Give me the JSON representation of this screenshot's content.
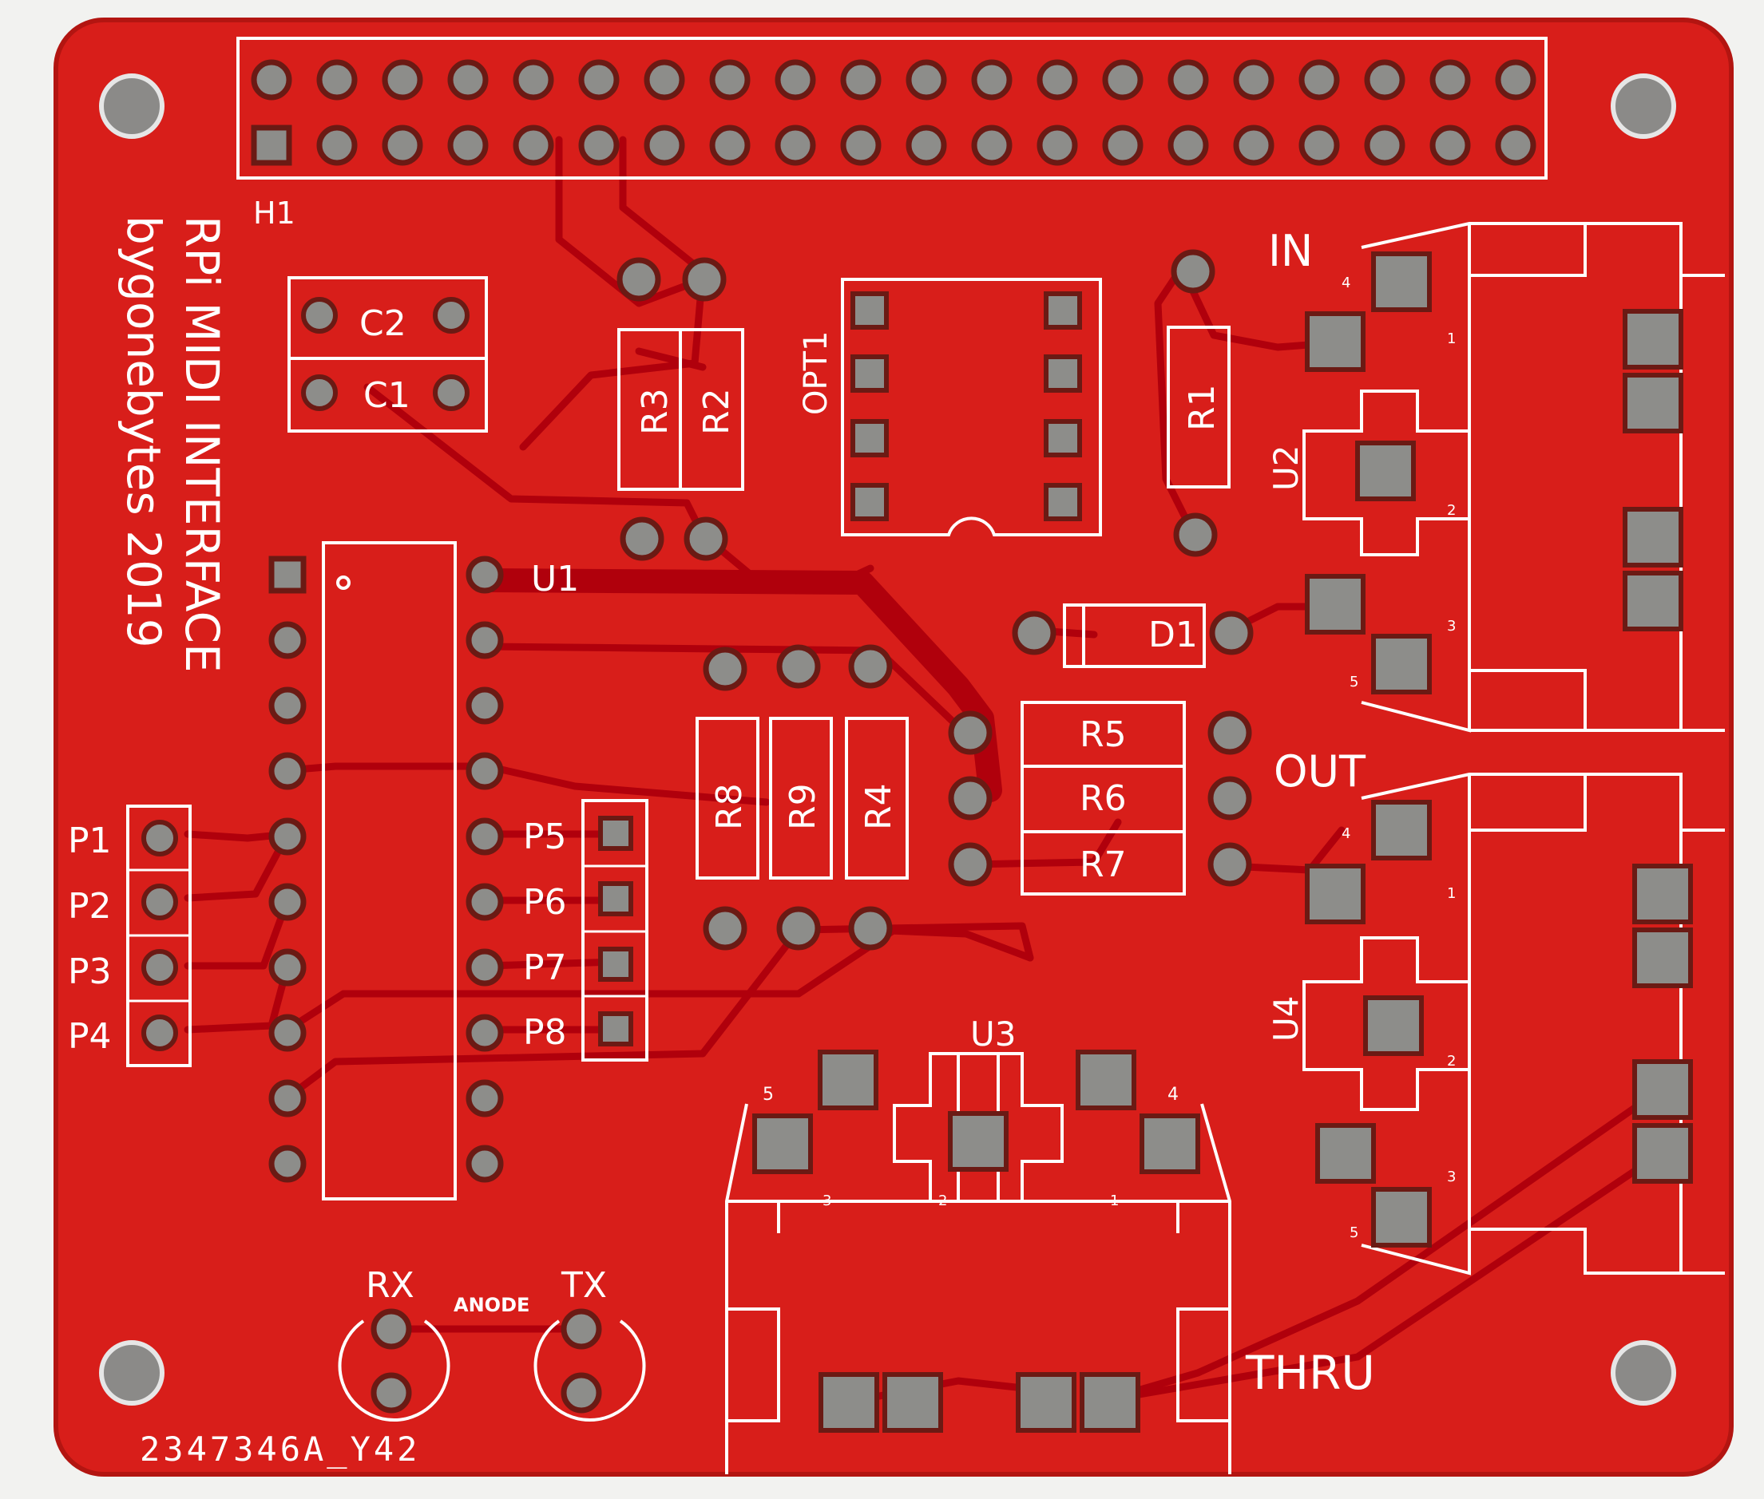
{
  "photo": {
    "subject": "Raspberry Pi MIDI interface PCB",
    "board_color": "#d81e1a",
    "background_color": "#f2f2f0",
    "silkscreen_color": "#ffffff",
    "pad_color": "#8d8d8a"
  },
  "board": {
    "title_line1": "RPi MIDI INTERFACE",
    "title_line2": "bygonebytes 2019",
    "lot_code": "2347346A_Y42"
  },
  "labels": {
    "header": "H1",
    "c2": "C2",
    "c1": "C1",
    "r3": "R3",
    "r2": "R2",
    "opt1": "OPT1",
    "r1": "R1",
    "in": "IN",
    "u2": "U2",
    "u1": "U1",
    "d1": "D1",
    "r5": "R5",
    "r6": "R6",
    "r7": "R7",
    "out": "OUT",
    "r8": "R8",
    "r9": "R9",
    "r4": "R4",
    "u4": "U4",
    "u3": "U3",
    "thru": "THRU",
    "rx": "RX",
    "tx": "TX",
    "anode": "ANODE",
    "p1": "P1",
    "p2": "P2",
    "p3": "P3",
    "p4": "P4",
    "p5": "P5",
    "p6": "P6",
    "p7": "P7",
    "p8": "P8",
    "pin4": "4",
    "pin1": "1",
    "pin2": "2",
    "pin3": "3",
    "pin5": "5"
  }
}
